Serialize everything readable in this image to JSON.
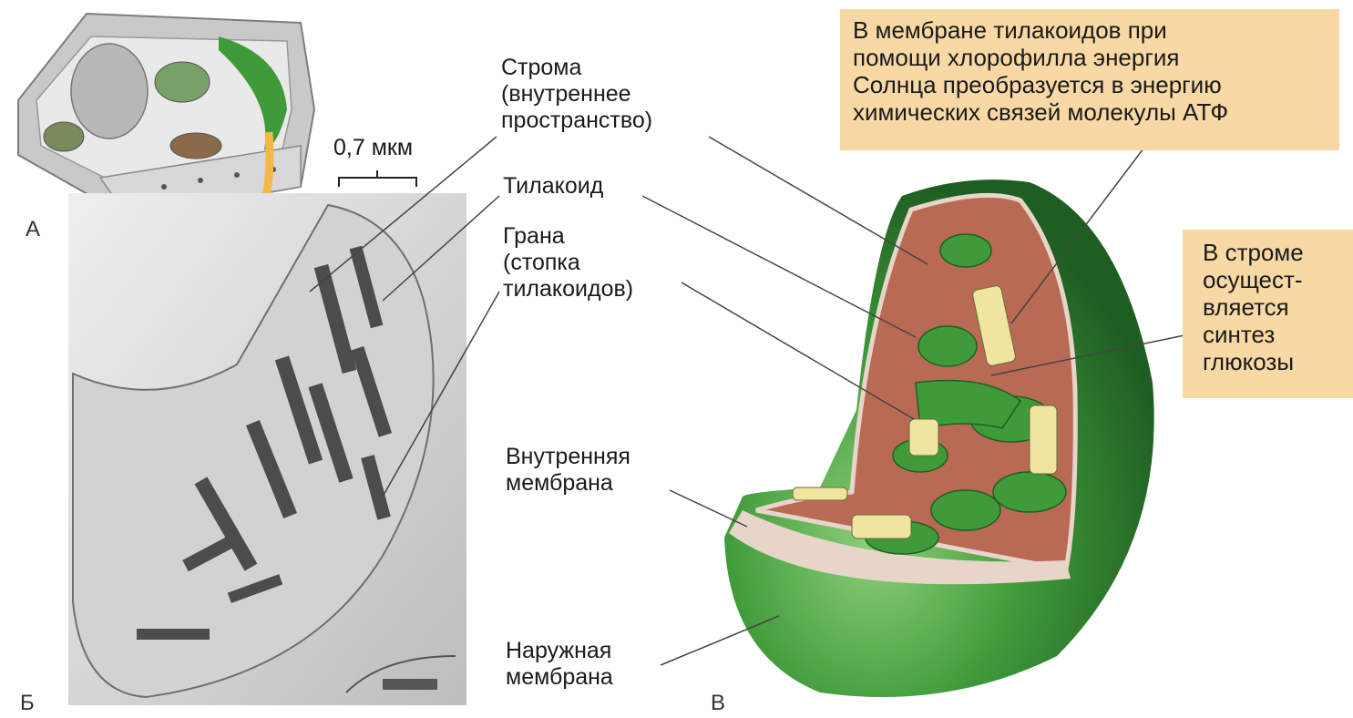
{
  "panels": {
    "a": "А",
    "b": "Б",
    "v": "В"
  },
  "scale_label": "0,7 мкм",
  "labels": {
    "stroma": "Строма\n(внутреннее\nпространство)",
    "thylakoid": "Тилакоид",
    "granum": "Грана\n(стопка\nтилакоидов)",
    "inner_membrane": "Внутренняя\nмембрана",
    "outer_membrane": "Наружная\nмембрана"
  },
  "notes": {
    "atp": "В мембране тилакоидов при\nпомощи хлорофилла энергия\nСолнца преобразуется в энергию\nхимических связей молекулы АТФ",
    "glucose": "В строме\nосущест-\nвляется\nсинтез\nглюкозы"
  },
  "colors": {
    "chloroplast_green": "#3f9a3a",
    "stroma_red": "#b86a55",
    "note_bg": "#f8d9a6",
    "arrow": "#f4b84a"
  }
}
